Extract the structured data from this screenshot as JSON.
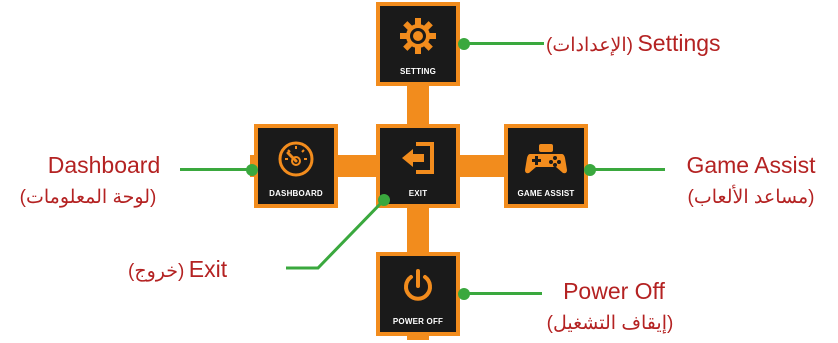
{
  "tiles": {
    "setting": {
      "label": "SETTING",
      "icon": "gear-icon"
    },
    "dashboard": {
      "label": "DASHBOARD",
      "icon": "speedometer-icon"
    },
    "exit": {
      "label": "EXIT",
      "icon": "exit-door-icon"
    },
    "game_assist": {
      "label": "GAME ASSIST",
      "icon": "gamepad-icon"
    },
    "power_off": {
      "label": "POWER OFF",
      "icon": "power-icon"
    }
  },
  "callouts": {
    "settings": {
      "en": "Settings",
      "ar": "(الإعدادات)"
    },
    "dashboard": {
      "en": "Dashboard",
      "ar": "(لوحة المعلومات)"
    },
    "game_assist": {
      "en": "Game Assist",
      "ar": "(مساعد الألعاب)"
    },
    "exit": {
      "en": "Exit",
      "ar": "(خروج)"
    },
    "power_off": {
      "en": "Power Off",
      "ar": "(إيقاف التشغيل)"
    }
  },
  "colors": {
    "tile_border": "#f28c1d",
    "tile_background": "#1a1a1a",
    "icon": "#f28c1d",
    "leader_line": "#3aa83e",
    "callout_text": "#b42222"
  }
}
